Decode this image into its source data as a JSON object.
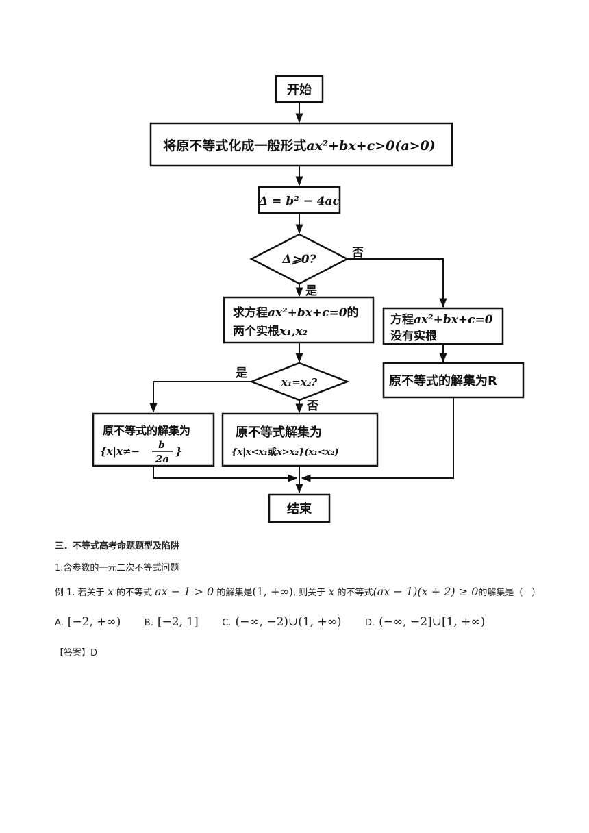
{
  "flowchart": {
    "start": "开始",
    "step_general_form_prefix": "将原不等式化成一般形式",
    "step_general_form_math": "ax²+bx+c>0(a>0)",
    "step_delta": "Δ = b² − 4ac",
    "decision_delta": "Δ⩾0?",
    "no_label_1": "否",
    "yes_label_1": "是",
    "solve_roots_line1_prefix": "求方程",
    "solve_roots_line1_math": "ax²+bx+c=0",
    "solve_roots_line1_suffix": "的",
    "solve_roots_line2_prefix": "两个实根",
    "solve_roots_line2_math": "x₁,x₂",
    "no_roots_line1_prefix": "方程",
    "no_roots_line1_math": "ax²+bx+c=0",
    "no_roots_line2": "没有实根",
    "result_R": "原不等式的解集为R",
    "decision_equal": "x₁=x₂?",
    "yes_label_2": "是",
    "no_label_2": "否",
    "result_equal_line1": "原不等式的解集为",
    "result_equal_line2_prefix": "{x|x≠−",
    "result_equal_frac_num": "b",
    "result_equal_frac_den": "2a",
    "result_equal_line2_suffix": "}",
    "result_diff_line1": "原不等式解集为",
    "result_diff_line2_a": "{x|x<x₁",
    "result_diff_line2_or": "或",
    "result_diff_line2_b": "x>x₂}(x₁<x₂)",
    "end": "结束"
  },
  "document": {
    "section_title": "三．不等式高考命题题型及陷阱",
    "subsection": "1.含参数的一元二次不等式问题",
    "example_prefix": "例 1.  若关于",
    "example_var1": "x",
    "example_mid1": "的不等式",
    "example_ineq1": "ax − 1 > 0",
    "example_mid2": "的解集是",
    "example_set1": "(1, +∞)",
    "example_mid3": ", 则关于",
    "example_var2": "x",
    "example_mid4": "的不等式",
    "example_ineq2": "(ax − 1)(x + 2) ≥ 0",
    "example_suffix": "的解集是（　）",
    "options": [
      {
        "label": "A.",
        "value": "[−2, +∞)"
      },
      {
        "label": "B.",
        "value": "[−2, 1]"
      },
      {
        "label": "C.",
        "value": "(−∞, −2)∪(1, +∞)"
      },
      {
        "label": "D.",
        "value": "(−∞, −2]∪[1, +∞)"
      }
    ],
    "answer": "【答案】D"
  }
}
